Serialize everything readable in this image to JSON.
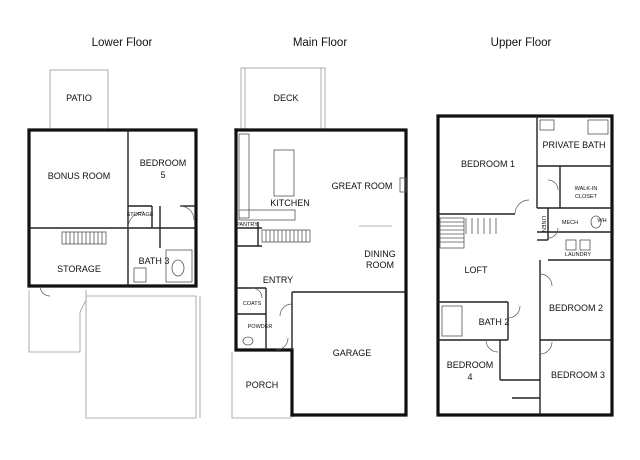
{
  "floors": {
    "lower": {
      "title": "Lower Floor",
      "rooms": {
        "patio": "PATIO",
        "bonus_room": "BONUS ROOM",
        "bedroom5_line1": "BEDROOM",
        "bedroom5_line2": "5",
        "storage_small": "STORAGE",
        "storage": "STORAGE",
        "bath3": "BATH 3"
      }
    },
    "main": {
      "title": "Main Floor",
      "rooms": {
        "deck": "DECK",
        "great_room": "GREAT ROOM",
        "kitchen": "KITCHEN",
        "pantry": "PANTRY",
        "dining_line1": "DINING",
        "dining_line2": "ROOM",
        "entry": "ENTRY",
        "coats": "COATS",
        "powder": "POWDER",
        "garage": "GARAGE",
        "porch": "PORCH"
      }
    },
    "upper": {
      "title": "Upper Floor",
      "rooms": {
        "bedroom1": "BEDROOM 1",
        "private_bath": "PRIVATE BATH",
        "walkin_line1": "WALK-IN",
        "walkin_line2": "CLOSET",
        "mech": "MECH",
        "wh": "WH",
        "linen": "LINEN",
        "laundry": "LAUNDRY",
        "loft": "LOFT",
        "bath2": "BATH 2",
        "bedroom2": "BEDROOM 2",
        "bedroom4_line1": "BEDROOM",
        "bedroom4_line2": "4",
        "bedroom3": "BEDROOM 3"
      }
    }
  }
}
